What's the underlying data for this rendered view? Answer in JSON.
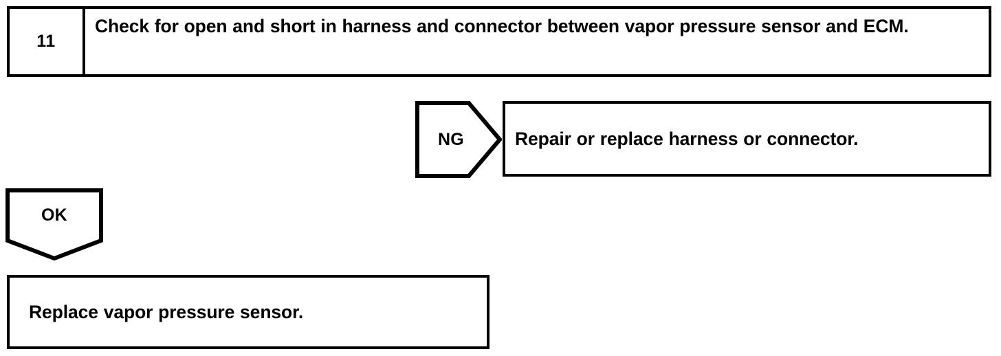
{
  "document": {
    "type": "diagnostic-flowchart",
    "ink_color": "#000000",
    "page_background": "#ffffff"
  },
  "step": {
    "number": "11",
    "instruction": "Check for open and short in harness and connector between vapor pressure sensor and ECM."
  },
  "branches": {
    "ng": {
      "label": "NG",
      "marker_shape": "right-pointing-pentagon-arrow",
      "action": "Repair or replace harness or connector."
    },
    "ok": {
      "label": "OK",
      "marker_shape": "down-pointing-pentagon-arrow",
      "action": "Replace vapor pressure sensor."
    }
  }
}
